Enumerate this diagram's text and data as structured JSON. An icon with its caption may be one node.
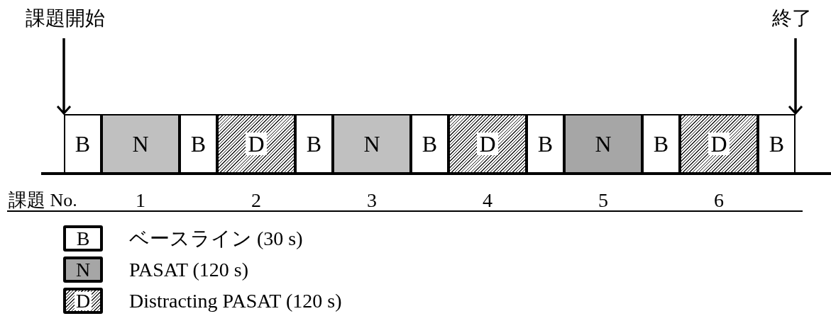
{
  "diagram": {
    "nodes": [
      {
        "text": [
          "課題開始"
        ]
      },
      {
        "text": [
          "終了"
        ]
      },
      {
        "text": [
          "B"
        ]
      },
      {
        "text": [
          "N"
        ]
      },
      {
        "text": [
          "B"
        ]
      },
      {
        "text": [
          "D"
        ]
      },
      {
        "text": [
          "B"
        ]
      },
      {
        "text": [
          "N"
        ]
      },
      {
        "text": [
          "B"
        ]
      },
      {
        "text": [
          "D"
        ]
      },
      {
        "text": [
          "B"
        ]
      },
      {
        "text": [
          "N"
        ]
      },
      {
        "text": [
          "B"
        ]
      },
      {
        "text": [
          "D"
        ]
      },
      {
        "text": [
          "B"
        ]
      }
    ],
    "edges": [
      {
        "from": 0,
        "to": 2,
        "arrow": "to"
      },
      {
        "from": 1,
        "to": 14,
        "arrow": "to"
      }
    ],
    "labels": [
      "課題 No.",
      "1",
      "2",
      "3",
      "4",
      "5",
      "6",
      "B",
      "N",
      "D"
    ],
    "legend": [
      {
        "text": "ベースライン (30 s)",
        "color": "#ffffff"
      },
      {
        "text": "PASAT (120 s)",
        "color": "#a6a6a6"
      },
      {
        "text": "Distracting PASAT (120 s)"
      }
    ]
  }
}
